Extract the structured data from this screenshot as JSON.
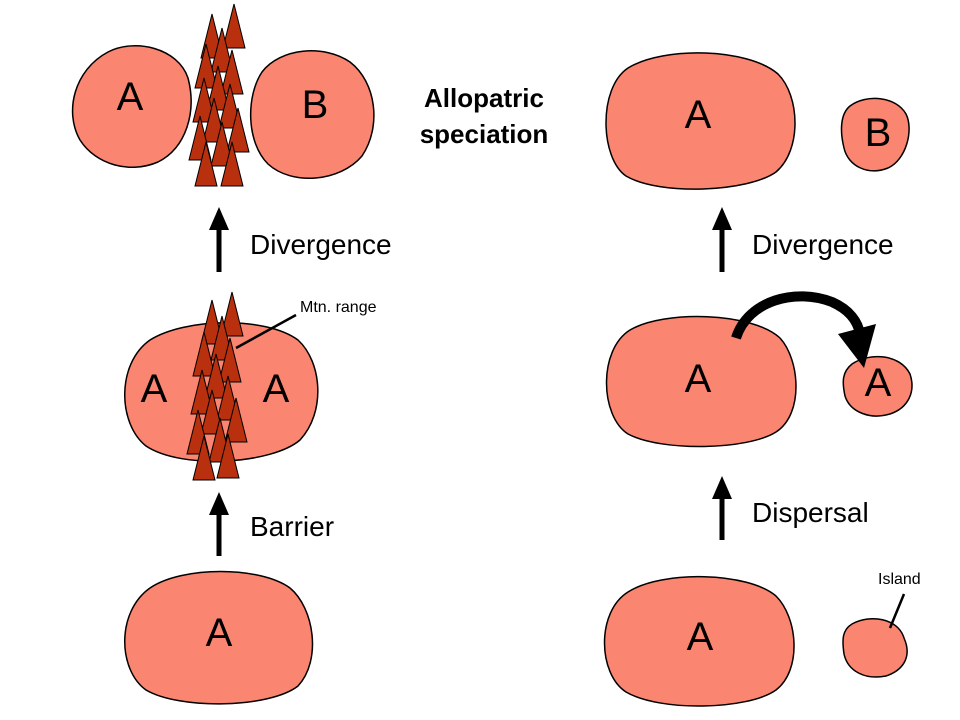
{
  "title_line1": "Allopatric",
  "title_line2": "speciation",
  "colors": {
    "population": "#FA8571",
    "mountain": "#B8300E",
    "arrow": "#000000"
  },
  "left_column": {
    "top": {
      "pop1": "A",
      "pop2": "B"
    },
    "step_upper": "Divergence",
    "middle": {
      "pop1": "A",
      "pop2": "A",
      "callout": "Mtn. range"
    },
    "step_lower": "Barrier",
    "bottom": {
      "pop": "A"
    }
  },
  "right_column": {
    "top": {
      "pop1": "A",
      "pop2": "B"
    },
    "step_upper": "Divergence",
    "middle": {
      "pop1": "A",
      "pop2": "A"
    },
    "step_lower": "Dispersal",
    "bottom": {
      "pop": "A",
      "callout": "Island"
    }
  },
  "icons": [
    "mountain-tree-icon",
    "up-arrow-icon",
    "curved-dispersal-arrow-icon"
  ]
}
